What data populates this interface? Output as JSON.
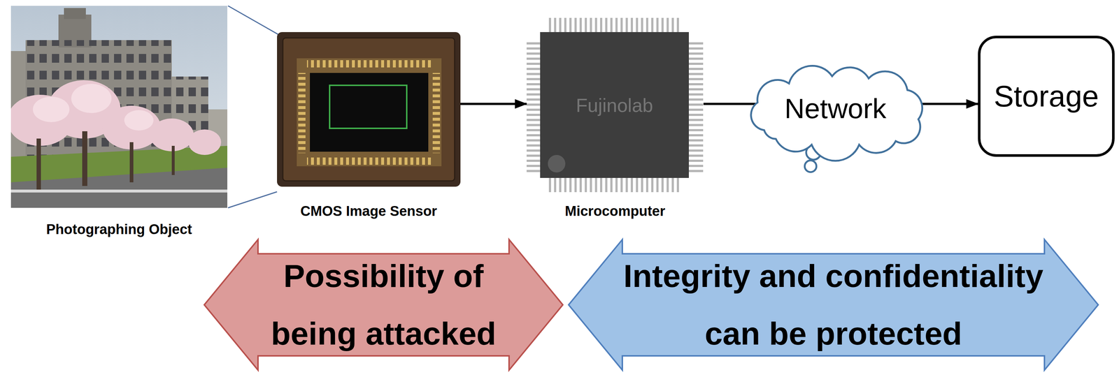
{
  "diagram": {
    "nodes": [
      {
        "text": [
          "Photographing Object"
        ]
      },
      {
        "text": [
          "CMOS Image Sensor"
        ]
      },
      {
        "text": [
          "Fujinolab",
          "Microcomputer"
        ]
      },
      {
        "text": [
          "Network"
        ]
      },
      {
        "text": [
          "Storage"
        ]
      },
      {
        "text": [
          "Possibility of being attacked"
        ]
      },
      {
        "text": [
          "Integrity and confidentiality can be protected"
        ]
      }
    ],
    "edges": [
      {
        "from": 1,
        "to": 2,
        "arrow": "to"
      },
      {
        "from": 2,
        "to": 3,
        "arrow": "none"
      },
      {
        "from": 3,
        "to": 4,
        "arrow": "to"
      }
    ]
  }
}
